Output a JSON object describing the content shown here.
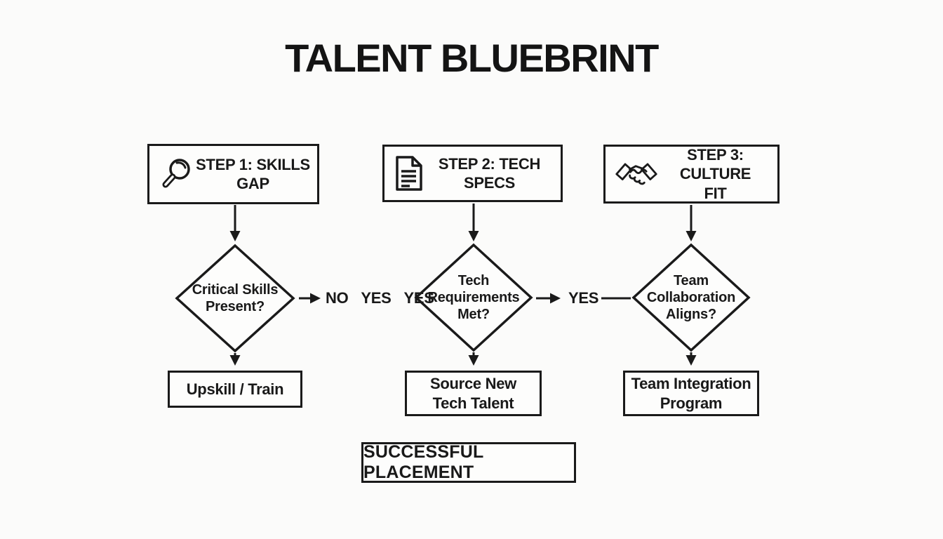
{
  "title": "TALENT BLUEBRINT",
  "steps": [
    {
      "icon": "magnifier-icon",
      "label": "STEP 1: SKILLS\nGAP"
    },
    {
      "icon": "document-icon",
      "label": "STEP 2: TECH SPECS"
    },
    {
      "icon": "handshake-icon",
      "label": "STEP 3: CULTURE\nFIT"
    }
  ],
  "decisions": [
    {
      "label": "Critical Skills\nPresent?"
    },
    {
      "label": "Tech\nRequirements\nMet?"
    },
    {
      "label": "Team\nCollaboration\nAligns?"
    }
  ],
  "connectors": {
    "skills_to_tech": [
      "NO",
      "YES",
      "YES"
    ],
    "tech_to_culture": [
      "YES"
    ]
  },
  "outcomes": [
    "Upskill / Train",
    "Source New\nTech Talent",
    "Team Integration\nProgram"
  ],
  "final_label": "SUCCESSFUL PLACEMENT",
  "colors": {
    "line": "#1a1a1a",
    "text": "#191919",
    "background": "#fbfbfa"
  }
}
